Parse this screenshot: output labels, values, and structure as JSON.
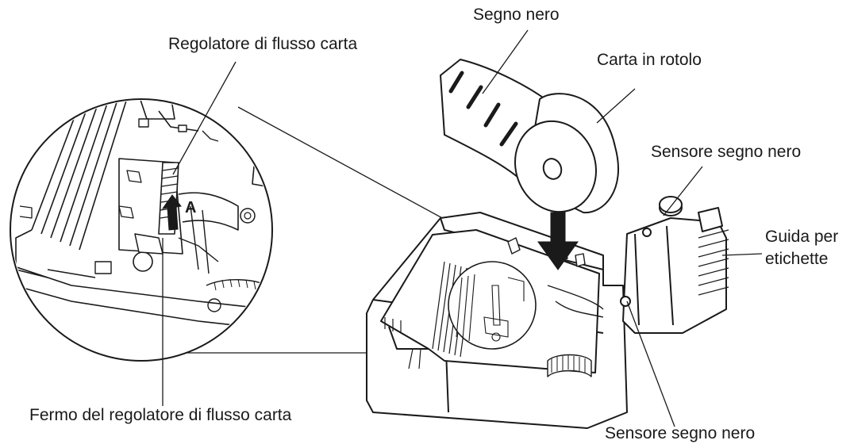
{
  "labels": {
    "segno_nero": "Segno nero",
    "regolatore_flusso": "Regolatore di flusso carta",
    "carta_rotolo": "Carta in rotolo",
    "sensore_segno_nero_top": "Sensore segno nero",
    "guida_etichette_line1": "Guida per",
    "guida_etichette_line2": "etichette",
    "fermo_regolatore": "Fermo del regolatore di flusso carta",
    "sensore_segno_nero_bottom": "Sensore segno nero",
    "arrow_letter": "A"
  },
  "colors": {
    "line": "#1a1a1a",
    "background": "#ffffff"
  }
}
